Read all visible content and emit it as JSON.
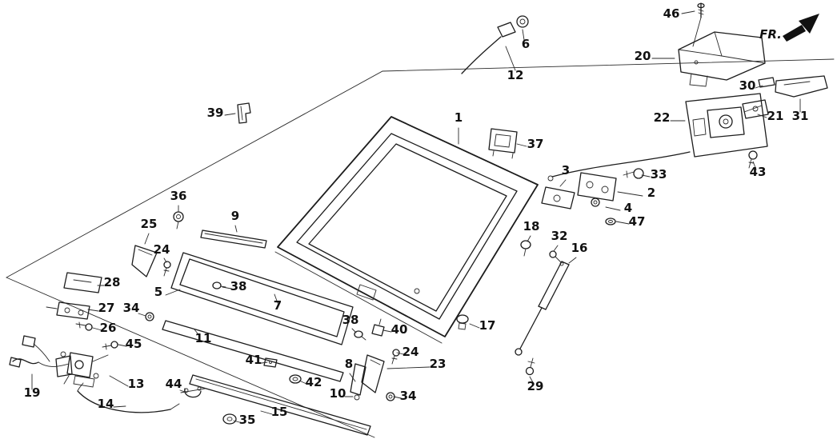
{
  "diagram": {
    "fr_indicator": "FR.",
    "labels": [
      {
        "num": "46"
      },
      {
        "num": "6"
      },
      {
        "num": "12"
      },
      {
        "num": "20"
      },
      {
        "num": "30"
      },
      {
        "num": "39"
      },
      {
        "num": "1"
      },
      {
        "num": "37"
      },
      {
        "num": "22"
      },
      {
        "num": "21"
      },
      {
        "num": "31"
      },
      {
        "num": "43"
      },
      {
        "num": "33"
      },
      {
        "num": "3"
      },
      {
        "num": "2"
      },
      {
        "num": "4"
      },
      {
        "num": "47"
      },
      {
        "num": "36"
      },
      {
        "num": "25"
      },
      {
        "num": "9"
      },
      {
        "num": "24"
      },
      {
        "num": "18"
      },
      {
        "num": "32"
      },
      {
        "num": "16"
      },
      {
        "num": "28"
      },
      {
        "num": "5"
      },
      {
        "num": "38"
      },
      {
        "num": "7"
      },
      {
        "num": "27"
      },
      {
        "num": "34"
      },
      {
        "num": "26"
      },
      {
        "num": "38"
      },
      {
        "num": "40"
      },
      {
        "num": "17"
      },
      {
        "num": "45"
      },
      {
        "num": "11"
      },
      {
        "num": "24"
      },
      {
        "num": "23"
      },
      {
        "num": "41"
      },
      {
        "num": "42"
      },
      {
        "num": "8"
      },
      {
        "num": "10"
      },
      {
        "num": "19"
      },
      {
        "num": "13"
      },
      {
        "num": "44"
      },
      {
        "num": "14"
      },
      {
        "num": "15"
      },
      {
        "num": "35"
      },
      {
        "num": "34"
      },
      {
        "num": "29"
      }
    ]
  }
}
